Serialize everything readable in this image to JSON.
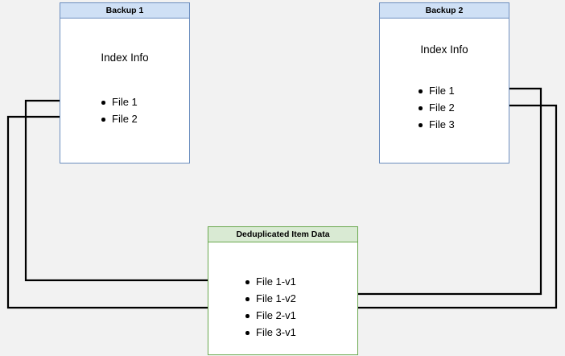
{
  "diagram": {
    "background_color": "#f2f2f2",
    "boxes": {
      "backup1": {
        "header": "Backup 1",
        "title": "Index Info",
        "items": [
          "File 1",
          "File 2"
        ],
        "border_color": "#6c8ebf",
        "header_fill": "#cfe0f5"
      },
      "backup2": {
        "header": "Backup 2",
        "title": "Index Info",
        "items": [
          "File 1",
          "File 2",
          "File 3"
        ],
        "border_color": "#6c8ebf",
        "header_fill": "#cfe0f5"
      },
      "dedup": {
        "header": "Deduplicated Item Data",
        "items": [
          "File 1-v1",
          "File 1-v2",
          "File 2-v1",
          "File 3-v1"
        ],
        "border_color": "#6aa84f",
        "header_fill": "#d9ead3"
      }
    },
    "connector_color": "#000000"
  }
}
